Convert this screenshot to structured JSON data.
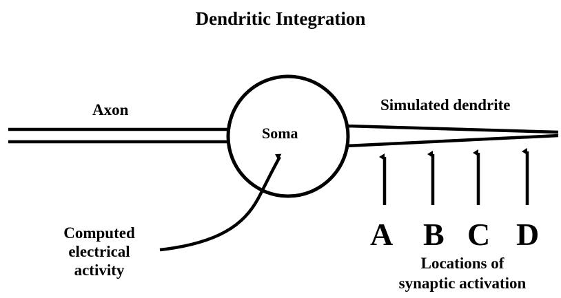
{
  "title": "Dendritic Integration",
  "labels": {
    "axon": "Axon",
    "soma": "Soma",
    "dendrite": "Simulated dendrite",
    "computed_line1": "Computed",
    "computed_line2": "electrical",
    "computed_line3": "activity",
    "locations_line1": "Locations of",
    "locations_line2": "synaptic activation"
  },
  "synapse_locations": [
    "A",
    "B",
    "C",
    "D"
  ],
  "colors": {
    "ink": "#000000",
    "background": "#ffffff"
  }
}
